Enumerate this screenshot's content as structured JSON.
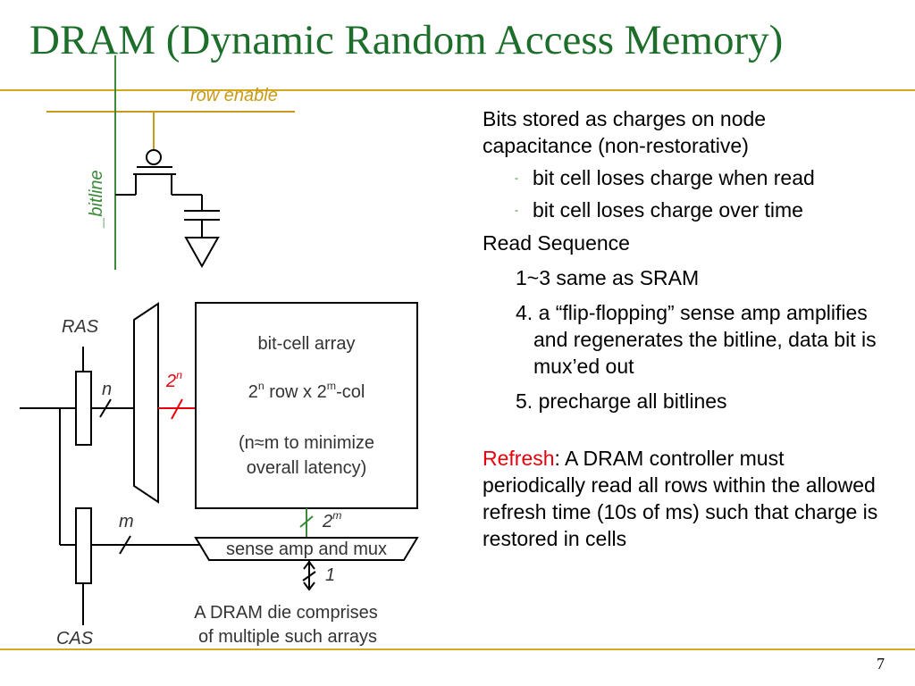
{
  "slide": {
    "title": "DRAM (Dynamic Random Access Memory)",
    "page_number": "7",
    "colors": {
      "title_green": "#1c6e2a",
      "rule_gold": "#d4a820",
      "row_enable_gold": "#c89a1b",
      "bitline_green": "#3a8a3a",
      "highlight_red": "#e8000b"
    }
  },
  "diagram": {
    "row_enable_label": "row enable",
    "bitline_label": "_bitline",
    "ras_label": "RAS",
    "cas_label": "CAS",
    "row_bits_label": "n",
    "col_bits_label": "m",
    "decoder_output_base": "2",
    "decoder_output_exp": "n",
    "array_output_base": "2",
    "array_output_exp": "m",
    "data_out_label": "1",
    "array_box": {
      "title": "bit-cell array",
      "size_rows_base": "2",
      "size_rows_exp": "n",
      "size_mid": " row x 2",
      "size_cols_exp": "m",
      "size_tail": "-col",
      "note_line1": "(n≈m to minimize",
      "note_line2": "overall latency)"
    },
    "sense_amp_label": "sense amp and mux",
    "die_note_line1": "A DRAM die comprises",
    "die_note_line2": "of multiple such arrays"
  },
  "content": {
    "intro_line1": "Bits stored as charges on node",
    "intro_line2": "capacitance (non-restorative)",
    "bullets": [
      "bit cell loses charge when read",
      "bit cell loses charge over time"
    ],
    "read_sequence_heading": "Read Sequence",
    "steps": [
      "1~3 same as SRAM",
      "4. a “flip-flopping” sense amp amplifies and regenerates the bitline, data bit is mux’ed out",
      "5. precharge all bitlines"
    ],
    "refresh_keyword": "Refresh",
    "refresh_text": ": A DRAM controller must periodically read all rows within the allowed refresh time (10s of ms) such that charge is restored in cells"
  }
}
